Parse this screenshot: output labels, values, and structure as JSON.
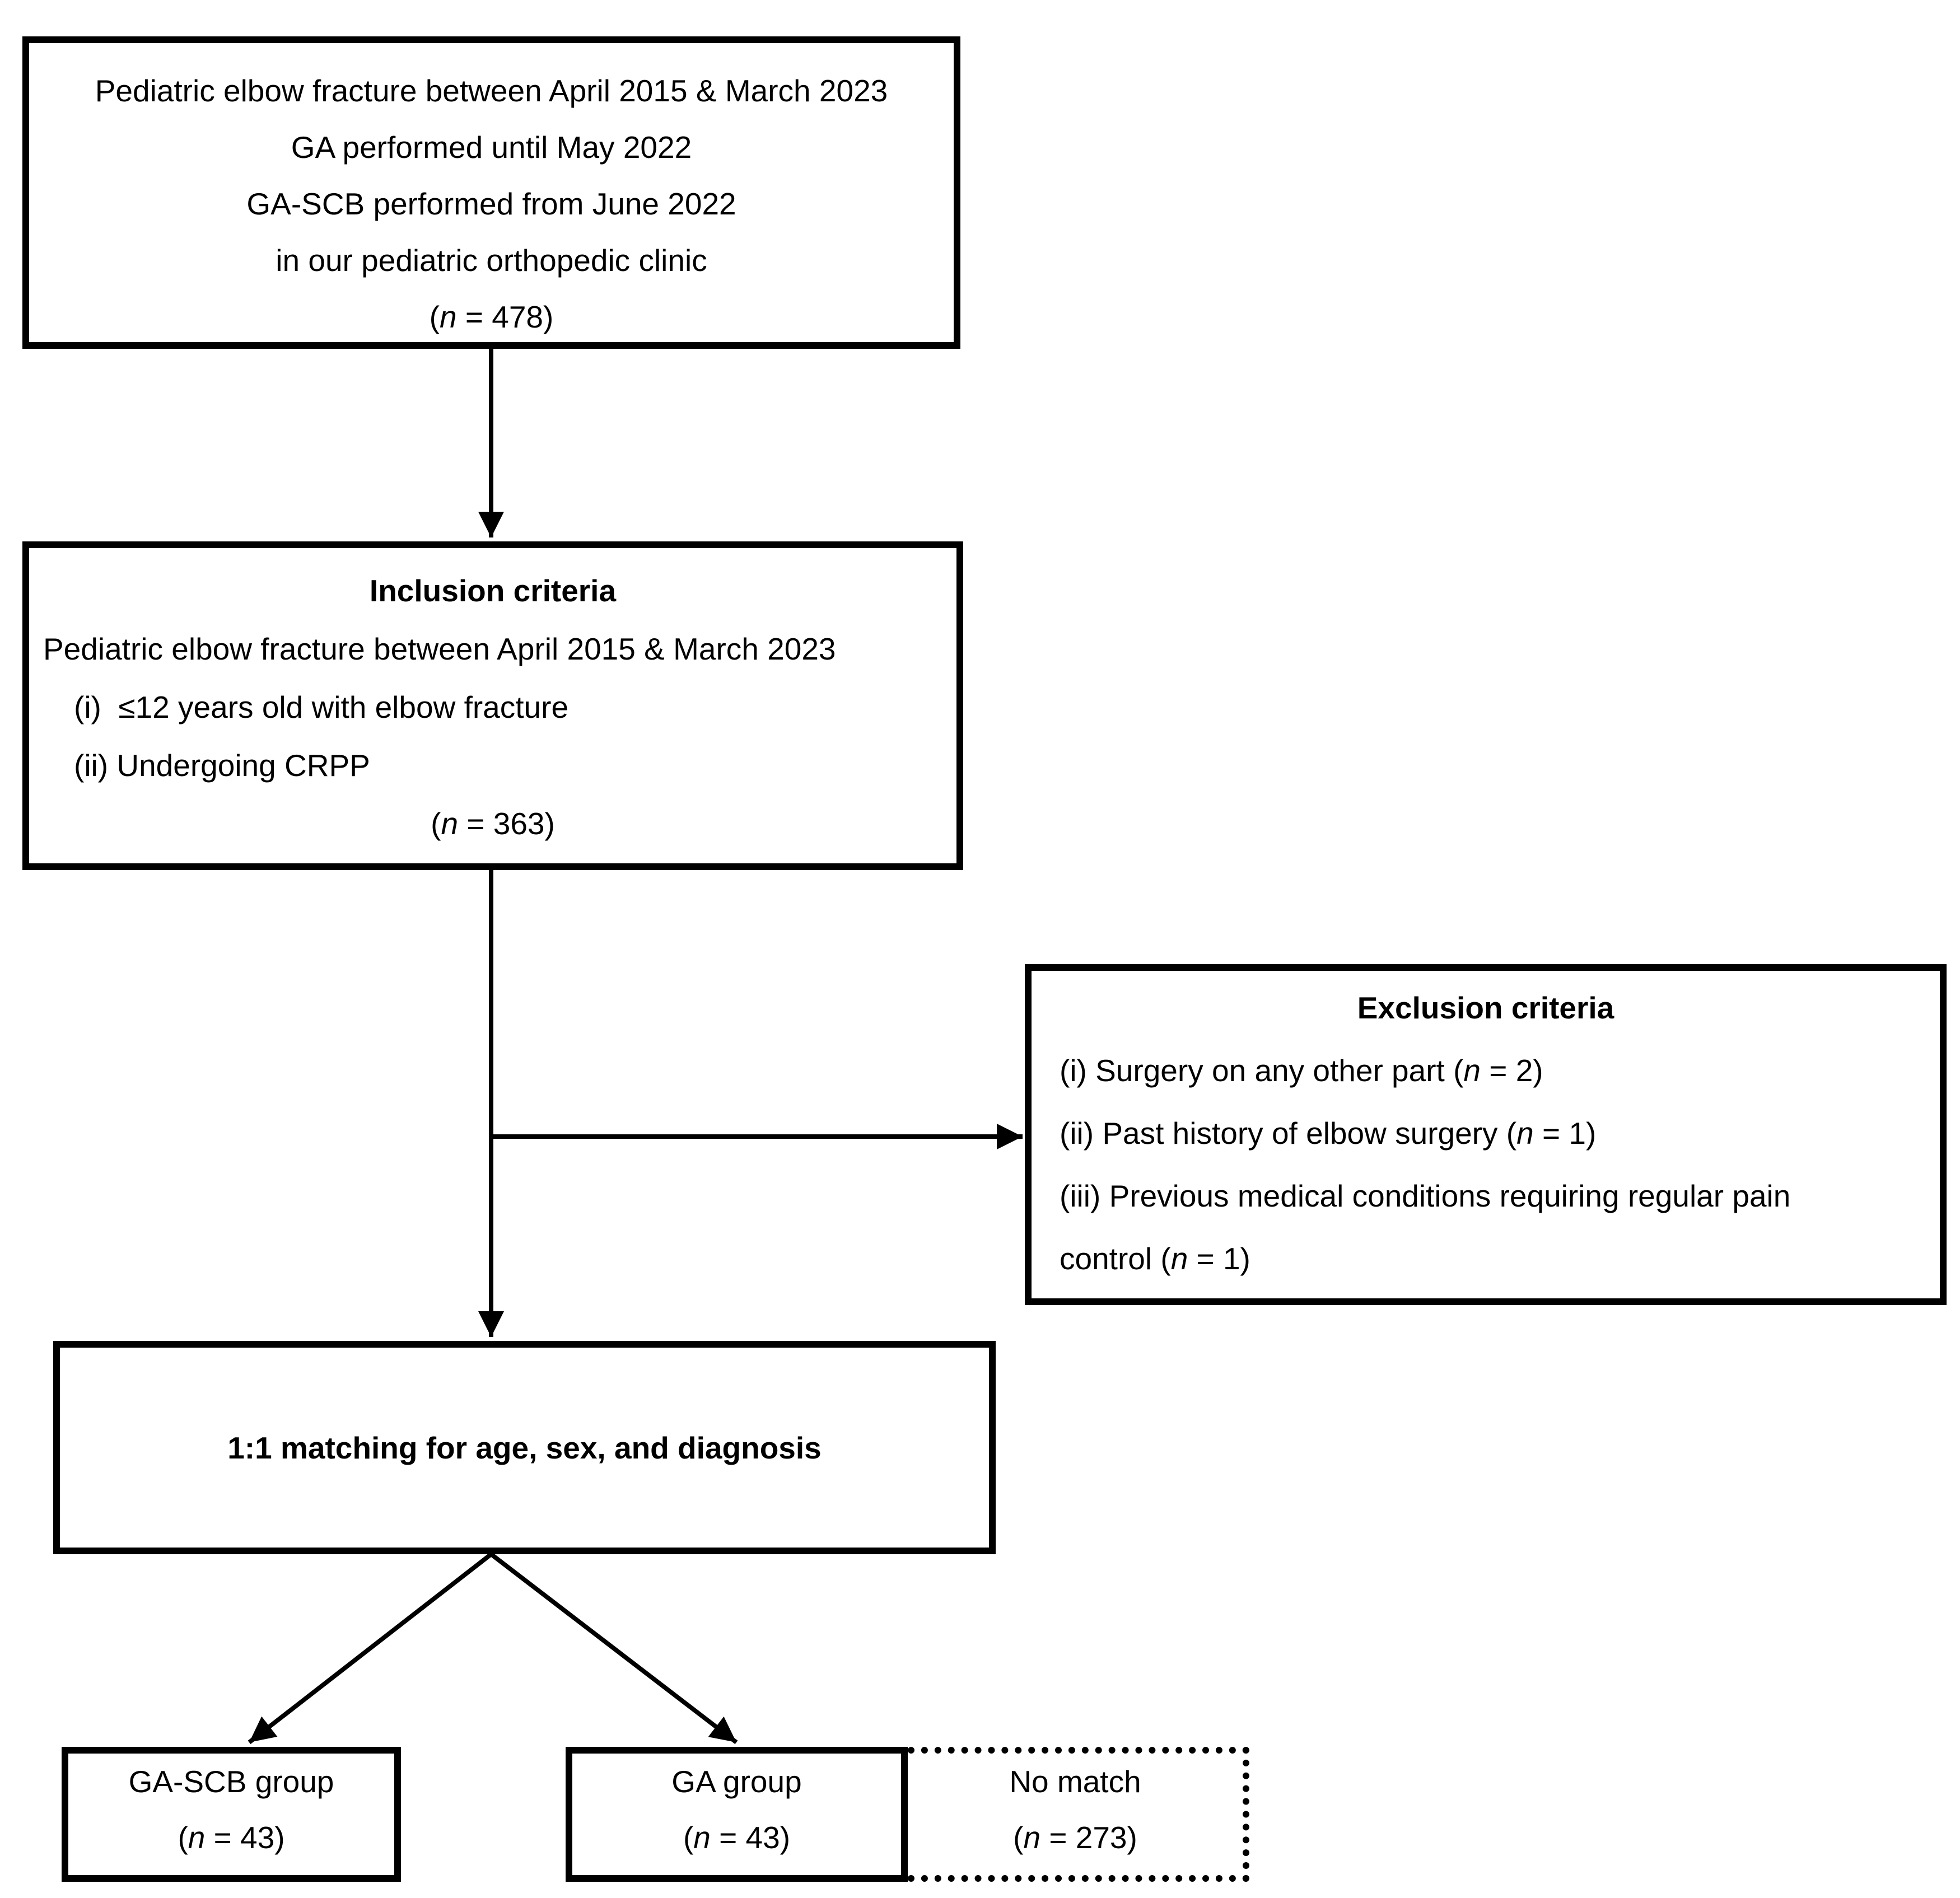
{
  "diagram": {
    "background": "#ffffff",
    "line_color": "#000000",
    "text_color": "#000000",
    "boxes": {
      "population": {
        "lines": [
          "Pediatric elbow fracture between April 2015 & March 2023",
          "GA performed until May 2022",
          "GA-SCB performed from June 2022",
          "in our pediatric orthopedic clinic"
        ],
        "n_line": {
          "pre": "(",
          "n": "n",
          "post": " = 478)"
        }
      },
      "inclusion": {
        "title": "Inclusion criteria",
        "subtitle": "Pediatric elbow fracture between April 2015 & March 2023",
        "items": [
          "(i)  ≤12 years old with elbow fracture",
          "(ii) Undergoing CRPP"
        ],
        "n_line": {
          "pre": "(",
          "n": "n",
          "post": " = 363)"
        }
      },
      "exclusion": {
        "title": "Exclusion criteria",
        "items": [
          {
            "pre": "(i) Surgery on any other part (",
            "n": "n",
            "post": " = 2)"
          },
          {
            "pre": "(ii) Past history of elbow surgery (",
            "n": "n",
            "post": " = 1)"
          },
          {
            "pre": "(iii) Previous medical conditions requiring regular pain",
            "n": "",
            "post": ""
          },
          {
            "pre": "control (",
            "n": "n",
            "post": " = 1)"
          }
        ]
      },
      "matching": {
        "title": "1:1 matching for age, sex, and diagnosis"
      },
      "outcomes": [
        {
          "label": "GA-SCB group",
          "n_line": {
            "pre": "(",
            "n": "n",
            "post": " = 43)"
          }
        },
        {
          "label": "GA group",
          "n_line": {
            "pre": "(",
            "n": "n",
            "post": " = 43)"
          }
        },
        {
          "label": "No match",
          "n_line": {
            "pre": "(",
            "n": "n",
            "post": " = 273)"
          }
        }
      ]
    }
  }
}
